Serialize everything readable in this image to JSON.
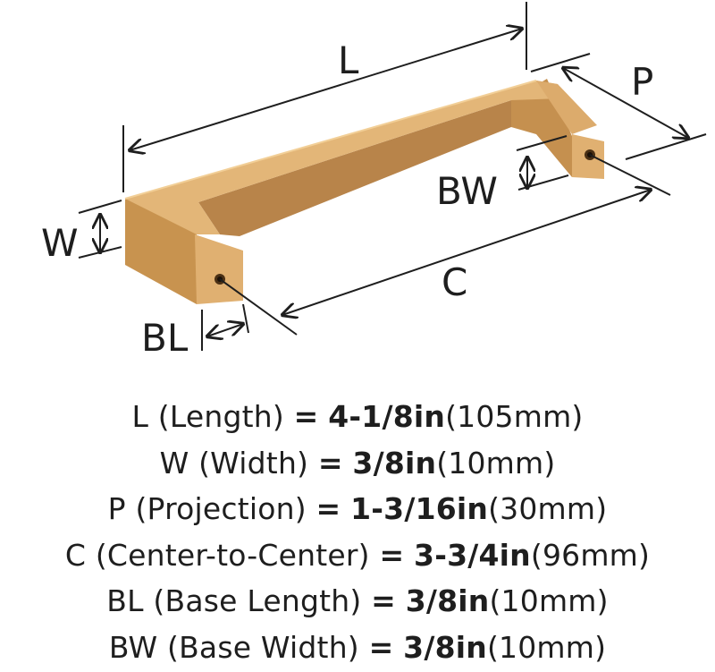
{
  "diagram": {
    "labels": {
      "L": "L",
      "P": "P",
      "W": "W",
      "BW": "BW",
      "C": "C",
      "BL": "BL"
    },
    "colors": {
      "finish_light": "#e3b678",
      "finish_mid": "#d3a163",
      "finish_dark": "#b8844a",
      "finish_shadow": "#9c6d38",
      "line": "#1e1e1e"
    }
  },
  "specs": [
    {
      "code": "L",
      "name": "(Length)",
      "eq": "=",
      "imperial": "4-1/8in",
      "metric": "(105mm)"
    },
    {
      "code": "W",
      "name": "(Width)",
      "eq": "=",
      "imperial": "3/8in",
      "metric": "(10mm)"
    },
    {
      "code": "P",
      "name": "(Projection)",
      "eq": "=",
      "imperial": "1-3/16in",
      "metric": "(30mm)"
    },
    {
      "code": "C",
      "name": "(Center-to-Center)",
      "eq": "=",
      "imperial": "3-3/4in",
      "metric": "(96mm)"
    },
    {
      "code": "BL",
      "name": "(Base Length)",
      "eq": "=",
      "imperial": "3/8in",
      "metric": "(10mm)"
    },
    {
      "code": "BW",
      "name": "(Base Width)",
      "eq": "=",
      "imperial": "3/8in",
      "metric": "(10mm)"
    }
  ]
}
